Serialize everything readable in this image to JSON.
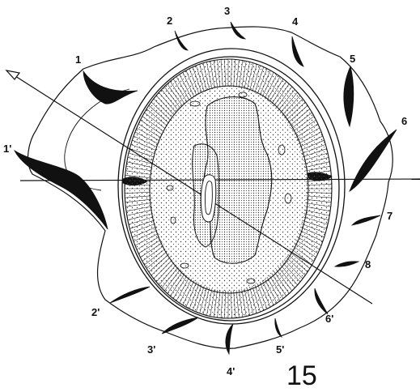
{
  "figure": {
    "number": "15",
    "labels": [
      "1",
      "2",
      "3",
      "4",
      "5",
      "6",
      "7",
      "8",
      "6'",
      "5'",
      "4'",
      "3'",
      "2'",
      "1'"
    ]
  },
  "colors": {
    "ink": "#111111",
    "background": "#ffffff"
  }
}
